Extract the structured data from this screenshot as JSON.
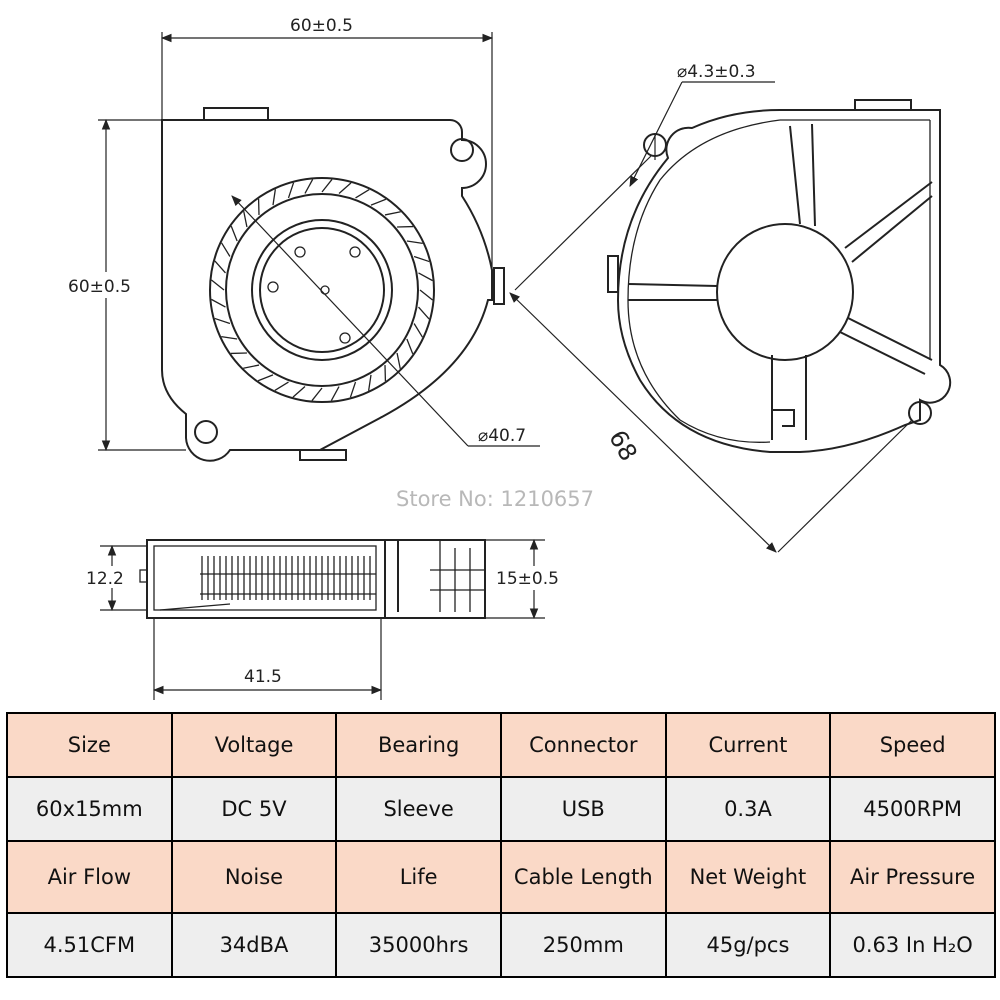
{
  "drawing": {
    "dims": {
      "front_width": "60±0.5",
      "front_height": "60±0.5",
      "impeller_diameter": "⌀40.7",
      "hole_diameter": "⌀4.3±0.3",
      "diagonal": "68",
      "side_height": "12.2",
      "side_thickness": "15±0.5",
      "side_length": "41.5"
    },
    "watermark": "Store No: 1210657"
  },
  "spec_table": {
    "rows": [
      {
        "kind": "header",
        "cells": [
          "Size",
          "Voltage",
          "Bearing",
          "Connector",
          "Current",
          "Speed"
        ]
      },
      {
        "kind": "value",
        "cells": [
          "60x15mm",
          "DC 5V",
          "Sleeve",
          "USB",
          "0.3A",
          "4500RPM"
        ]
      },
      {
        "kind": "header",
        "cells": [
          "Air Flow",
          "Noise",
          "Life",
          "Cable Length",
          "Net Weight",
          "Air Pressure"
        ]
      },
      {
        "kind": "value",
        "cells": [
          "4.51CFM",
          "34dBA",
          "35000hrs",
          "250mm",
          "45g/pcs",
          "0.63 In H₂O"
        ]
      }
    ]
  },
  "colors": {
    "header_bg": "#fad9c7",
    "value_bg": "#eeeeee",
    "line": "#222222"
  }
}
